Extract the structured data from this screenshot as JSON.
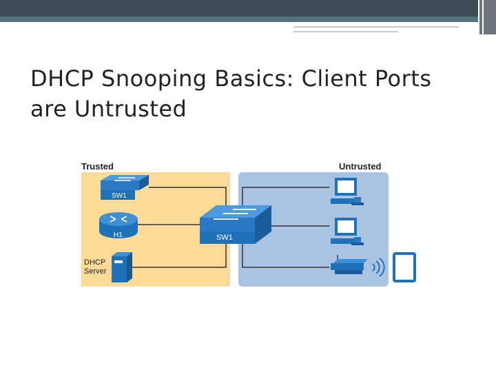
{
  "slide": {
    "title": "DHCP Snooping Basics: Client Ports are Untrusted"
  },
  "diagram": {
    "trusted_label": "Trusted",
    "untrusted_label": "Untrusted",
    "left_switch_label": "SW1",
    "router_label": "H1",
    "center_switch_label": "SW1",
    "server_label_line1": "DHCP",
    "server_label_line2": "Server"
  },
  "colors": {
    "trusted_zone": "#fbdb97",
    "untrusted_zone": "#a8c4e2",
    "device_blue": "#1f72b8",
    "link": "#333333"
  }
}
